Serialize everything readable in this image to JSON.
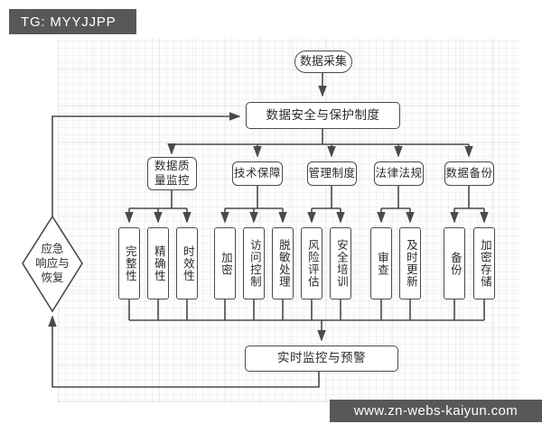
{
  "header_badge": {
    "text": "TG: MYYJJPP"
  },
  "footer_badge": {
    "text": "www.zn-webs-kaiyun.com"
  },
  "colors": {
    "badge_bg": "#58585a",
    "line_and_border": "#4a4a4a",
    "node_fill": "#ffffff",
    "text": "#2b2b2b"
  },
  "flow": {
    "start": "数据采集",
    "policy": "数据安全与保护制度",
    "branches": [
      {
        "label": "数据质\n量监控",
        "children": [
          "完整性",
          "精确性",
          "时效性"
        ]
      },
      {
        "label": "技术保障",
        "children": [
          "加密",
          "访问控制",
          "脱敏处理"
        ]
      },
      {
        "label": "管理制度",
        "children": [
          "风险评估",
          "安全培训"
        ]
      },
      {
        "label": "法律法规",
        "children": [
          "审查",
          "及时更新"
        ]
      },
      {
        "label": "数据备份",
        "children": [
          "备份",
          "加密存储"
        ]
      }
    ],
    "monitor": "实时监控与预警",
    "emergency": "应急\n响应与\n恢复"
  }
}
